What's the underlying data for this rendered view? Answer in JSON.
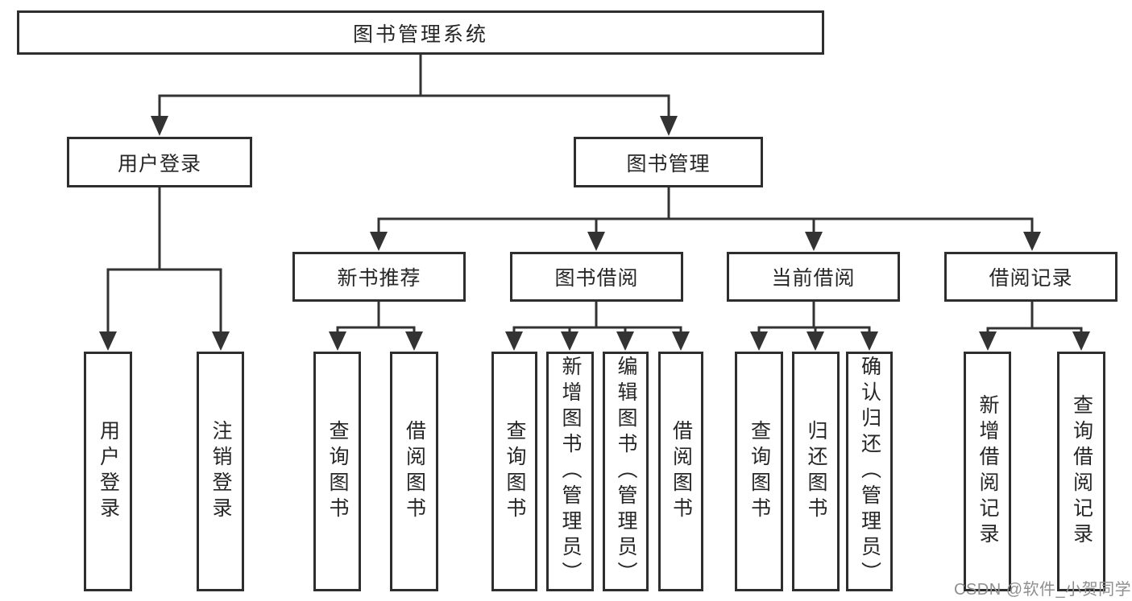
{
  "colors": {
    "background": "#ffffff",
    "line": "#333333",
    "box_border": "#2e2e2e",
    "box_fill": "#ffffff",
    "text": "#262626",
    "watermark_text": "#8f8f8f"
  },
  "watermark": {
    "text": "CSDN @软件_小贺同学"
  },
  "tree": {
    "root": {
      "label": "图书管理系统"
    },
    "branches": [
      {
        "label": "用户登录",
        "children": [
          {
            "label": "用户登录"
          },
          {
            "label": "注销登录"
          }
        ]
      },
      {
        "label": "图书管理",
        "children": [
          {
            "label": "新书推荐",
            "children": [
              {
                "label": "查询图书"
              },
              {
                "label": "借阅图书"
              }
            ]
          },
          {
            "label": "图书借阅",
            "children": [
              {
                "label": "查询图书"
              },
              {
                "label": "新增图书（管理员）"
              },
              {
                "label": "编辑图书（管理员）"
              },
              {
                "label": "借阅图书"
              }
            ]
          },
          {
            "label": "当前借阅",
            "children": [
              {
                "label": "查询图书"
              },
              {
                "label": "归还图书"
              },
              {
                "label": "确认归还（管理员）"
              }
            ]
          },
          {
            "label": "借阅记录",
            "children": [
              {
                "label": "新增借阅记录"
              },
              {
                "label": "查询借阅记录"
              }
            ]
          }
        ]
      }
    ]
  }
}
